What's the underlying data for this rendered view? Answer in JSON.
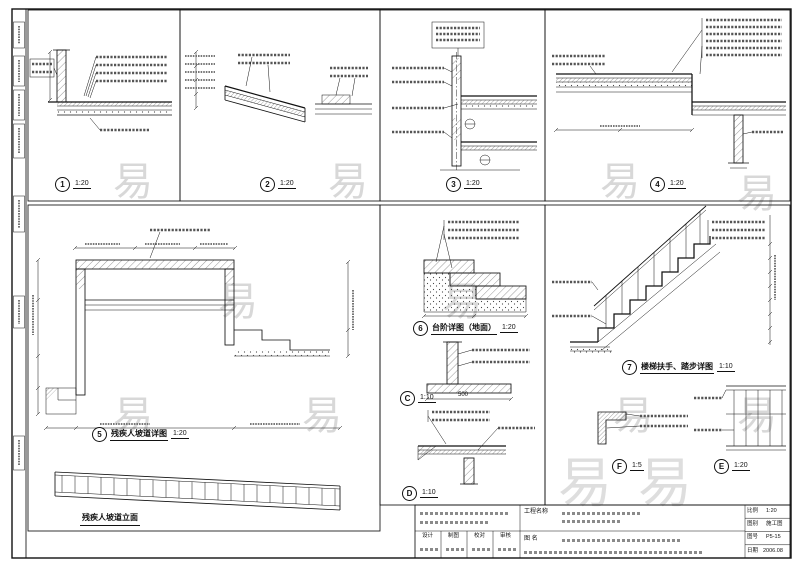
{
  "sheet": {
    "watermark": "易"
  },
  "details": {
    "d1": {
      "num": "1",
      "scale": "1:20"
    },
    "d2": {
      "num": "2",
      "scale": "1:20"
    },
    "d3": {
      "num": "3",
      "scale": "1:20"
    },
    "d4": {
      "num": "4",
      "scale": "1:20"
    },
    "d5": {
      "num": "5",
      "title": "残疾人坡道详图",
      "scale": "1:20"
    },
    "d5b": {
      "title": "残疾人坡道立面"
    },
    "d6": {
      "num": "6",
      "title": "台阶详图（地面）",
      "scale": "1:20"
    },
    "d7": {
      "num": "7",
      "title": "楼梯扶手、踏步详图",
      "scale": "1:10"
    },
    "dC": {
      "num": "C",
      "scale": "1:10",
      "dim": "500"
    },
    "dD": {
      "num": "D",
      "scale": "1:10"
    },
    "dE": {
      "num": "E",
      "scale": "1:20"
    },
    "dF": {
      "num": "F",
      "scale": "1:5"
    }
  },
  "title_block": {
    "project_label": "工程名称",
    "drawing_label": "图  名",
    "signs": [
      "设计",
      "制图",
      "校对",
      "审核"
    ],
    "scale_label": "比例",
    "scale_value": "1:20",
    "type_label": "图别",
    "type_value": "施工图",
    "number_label": "图号",
    "number_value": "P5-15",
    "date_label": "日期",
    "date_value": "2006.08"
  }
}
